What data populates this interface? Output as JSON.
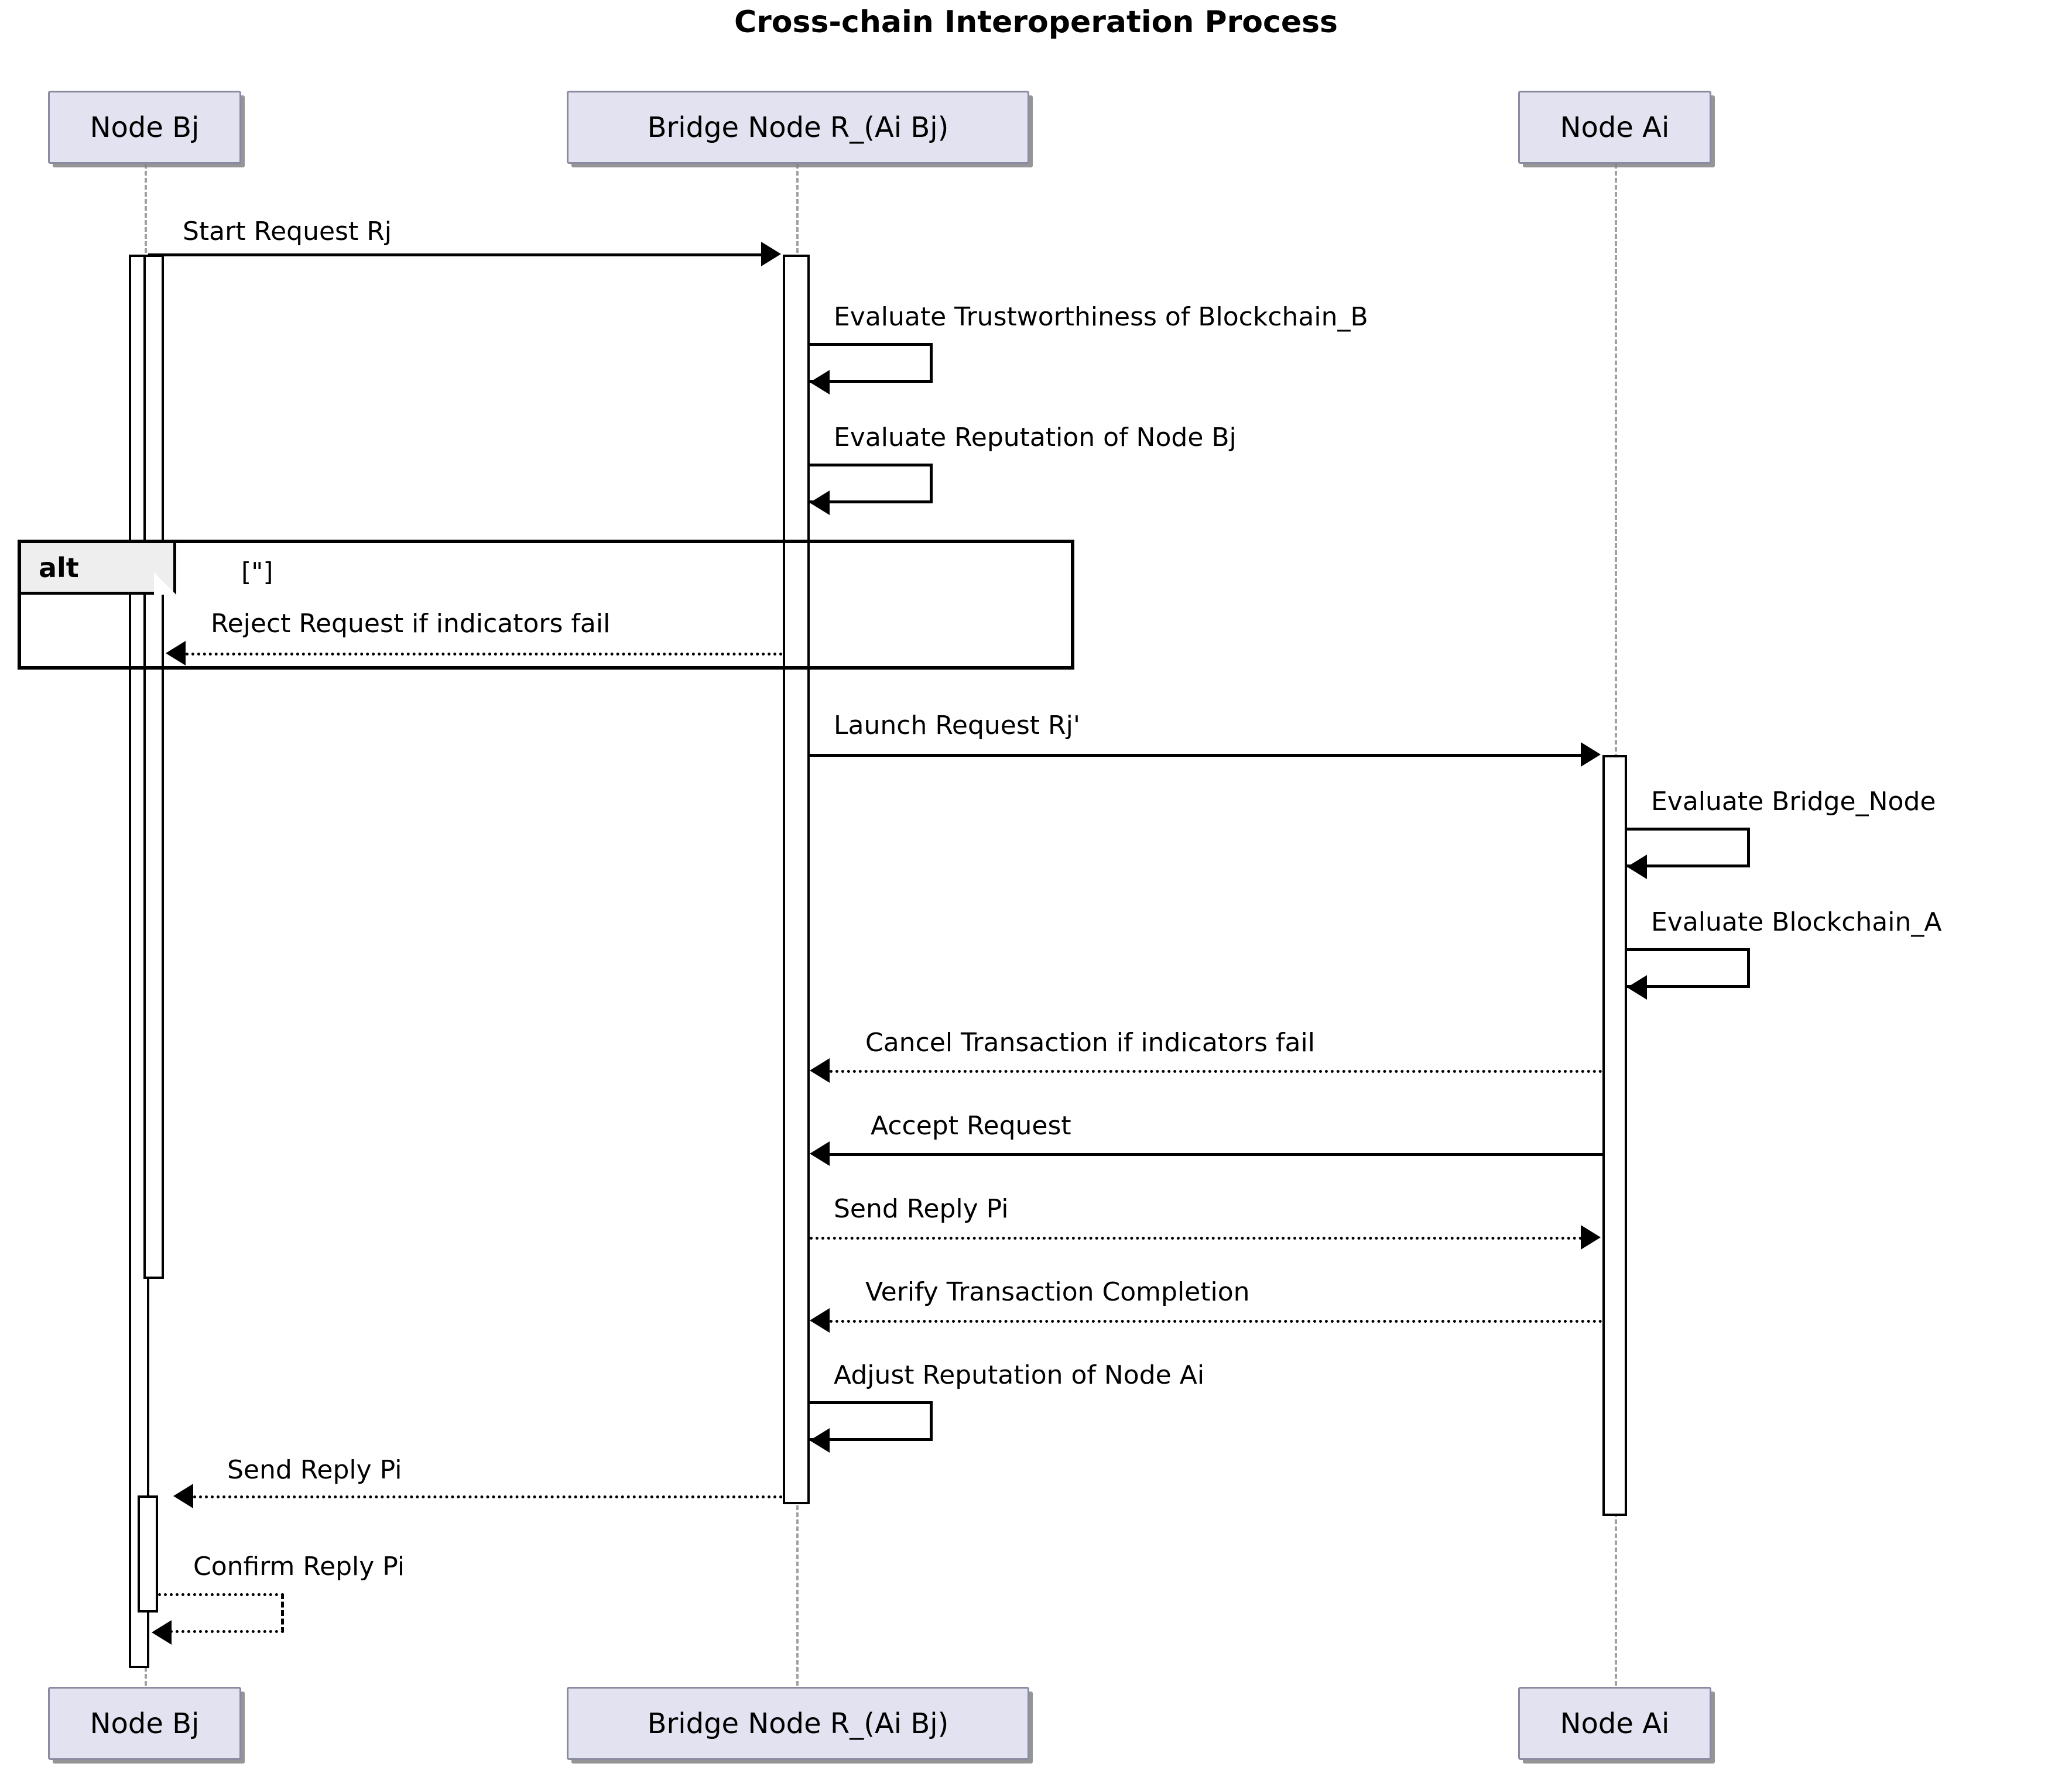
{
  "diagram": {
    "title": "Cross-chain Interoperation Process",
    "type": "sequence-diagram",
    "colors": {
      "participant_fill": "#E2E2F0",
      "participant_border": "#8A8AA0",
      "lifeline": "#A0A0A0",
      "line": "#000000",
      "fragment_tab_fill": "#EEEEEE",
      "background": "#FFFFFF"
    }
  },
  "participants": [
    {
      "id": "node-bj",
      "label": "Node Bj"
    },
    {
      "id": "bridge-node",
      "label": "Bridge Node R_(Ai Bj)"
    },
    {
      "id": "node-ai",
      "label": "Node Ai"
    }
  ],
  "participants_footer": [
    {
      "id": "node-bj-footer",
      "label": "Node Bj"
    },
    {
      "id": "bridge-node-footer",
      "label": "Bridge Node R_(Ai Bj)"
    },
    {
      "id": "node-ai-footer",
      "label": "Node Ai"
    }
  ],
  "fragment": {
    "kind": "alt",
    "label": "alt",
    "condition": "[\"]"
  },
  "messages": [
    {
      "id": "m1",
      "label": "Start Request Rj",
      "from": "node-bj",
      "to": "bridge-node",
      "style": "solid",
      "direction": "right",
      "kind": "call"
    },
    {
      "id": "m2",
      "label": "Evaluate Trustworthiness of Blockchain_B",
      "from": "bridge-node",
      "to": "bridge-node",
      "style": "solid",
      "direction": "self",
      "kind": "self"
    },
    {
      "id": "m3",
      "label": "Evaluate Reputation of Node Bj",
      "from": "bridge-node",
      "to": "bridge-node",
      "style": "solid",
      "direction": "self",
      "kind": "self"
    },
    {
      "id": "m4",
      "label": "Reject Request if indicators fail",
      "from": "bridge-node",
      "to": "node-bj",
      "style": "dashed",
      "direction": "left",
      "kind": "return"
    },
    {
      "id": "m5",
      "label": "Launch Request Rj'",
      "from": "bridge-node",
      "to": "node-ai",
      "style": "solid",
      "direction": "right",
      "kind": "call"
    },
    {
      "id": "m6",
      "label": "Evaluate Bridge_Node",
      "from": "node-ai",
      "to": "node-ai",
      "style": "solid",
      "direction": "self",
      "kind": "self"
    },
    {
      "id": "m7",
      "label": "Evaluate Blockchain_A",
      "from": "node-ai",
      "to": "node-ai",
      "style": "solid",
      "direction": "self",
      "kind": "self"
    },
    {
      "id": "m8",
      "label": "Cancel Transaction if indicators fail",
      "from": "node-ai",
      "to": "bridge-node",
      "style": "dashed",
      "direction": "left",
      "kind": "return"
    },
    {
      "id": "m9",
      "label": "Accept Request",
      "from": "node-ai",
      "to": "bridge-node",
      "style": "solid",
      "direction": "left",
      "kind": "call"
    },
    {
      "id": "m10",
      "label": "Send Reply Pi",
      "from": "bridge-node",
      "to": "node-ai",
      "style": "dashed",
      "direction": "right",
      "kind": "return"
    },
    {
      "id": "m11",
      "label": "Verify Transaction Completion",
      "from": "node-ai",
      "to": "bridge-node",
      "style": "dashed",
      "direction": "left",
      "kind": "return"
    },
    {
      "id": "m12",
      "label": "Adjust Reputation of Node Ai",
      "from": "bridge-node",
      "to": "bridge-node",
      "style": "solid",
      "direction": "self",
      "kind": "self"
    },
    {
      "id": "m13",
      "label": "Send Reply Pi",
      "from": "bridge-node",
      "to": "node-bj",
      "style": "dashed",
      "direction": "left",
      "kind": "return"
    },
    {
      "id": "m14",
      "label": "Confirm Reply Pi",
      "from": "node-bj",
      "to": "node-bj",
      "style": "dashed",
      "direction": "self",
      "kind": "self"
    }
  ]
}
